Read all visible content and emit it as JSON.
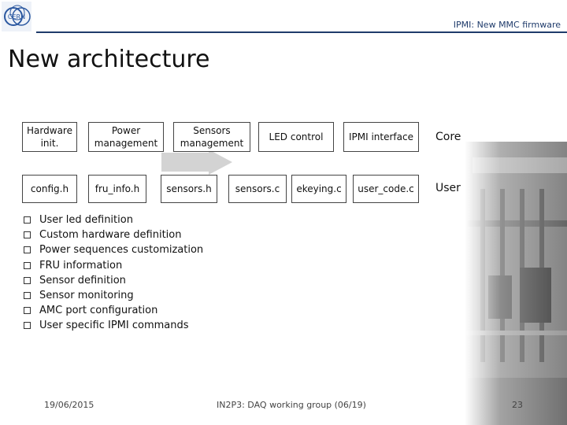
{
  "header": {
    "title": "IPMI: New MMC firmware",
    "logo_text": "CERN"
  },
  "slide": {
    "title": "New architecture"
  },
  "core_row": {
    "label": "Core",
    "boxes": [
      "Hardware init.",
      "Power management",
      "Sensors management",
      "LED control",
      "IPMI interface"
    ]
  },
  "user_row": {
    "label": "User",
    "boxes": [
      "config.h",
      "fru_info.h",
      "sensors.h",
      "sensors.c",
      "ekeying.c",
      "user_code.c"
    ]
  },
  "bullets": [
    "User led definition",
    "Custom hardware definition",
    "Power sequences customization",
    "FRU information",
    "Sensor definition",
    "Sensor monitoring",
    "AMC port configuration",
    "User specific IPMI commands"
  ],
  "footer": {
    "date": "19/06/2015",
    "event": "IN2P3: DAQ working group (06/19)",
    "page": "23"
  },
  "colors": {
    "accent": "#1f3b6b",
    "box_border": "#444444"
  }
}
